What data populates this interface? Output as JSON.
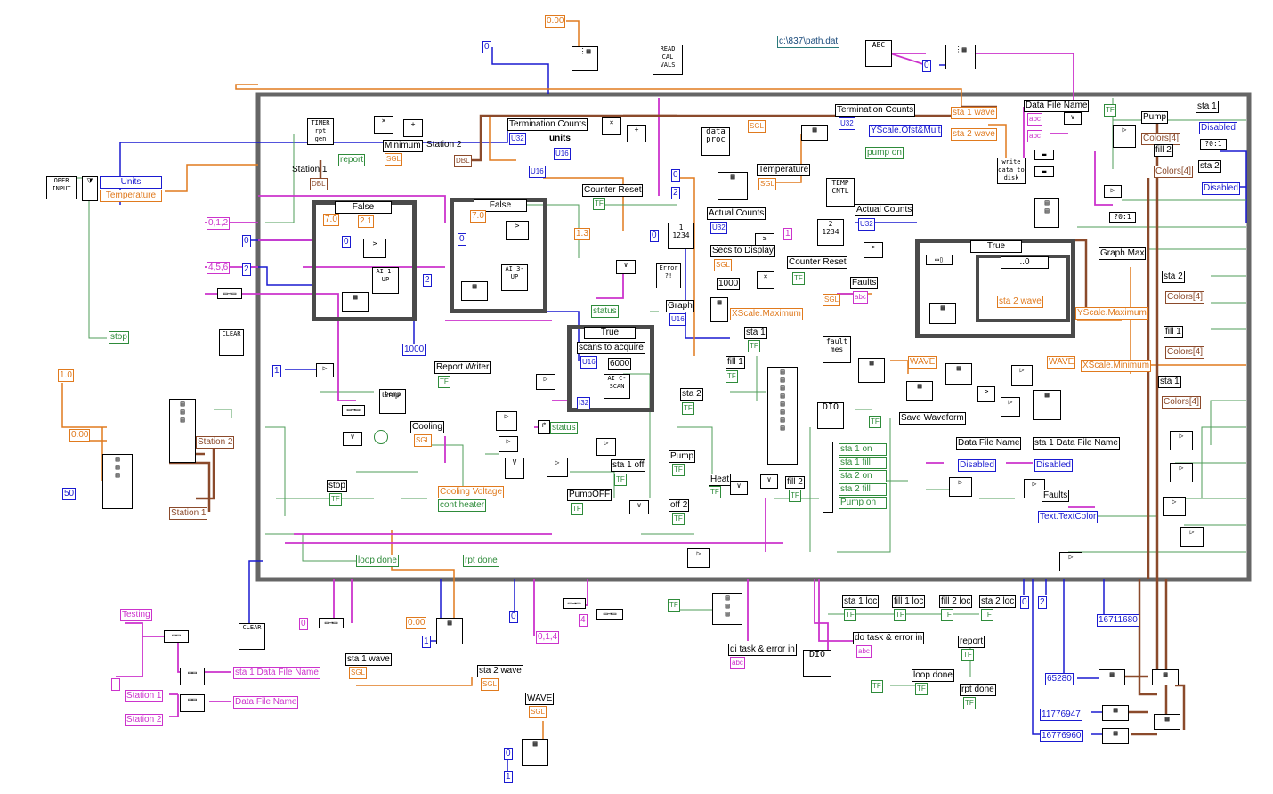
{
  "colors": {
    "orange": "#e07a1e",
    "blue": "#1a1ad0",
    "green": "#2e8b3a",
    "pink": "#cc33cc",
    "brown": "#8b4a2b",
    "gray_frame": "#555555"
  },
  "constants": {
    "c_0_00_top": "0.00",
    "c_0_top": "0",
    "c_1_0": "1.0",
    "c_0_00_left": "0.00",
    "c_50": "50",
    "c_0_1_2": "0,1,2",
    "c_4_5_6": "4,5,6",
    "c_0_a": "0",
    "c_2_a": "2",
    "c_1000_a": "1000",
    "c_7_0_a": "7.0",
    "c_2_1": "2.1",
    "c_0_b": "0",
    "c_7_0_b": "7.0",
    "c_2_b": "2",
    "c_1_3": "1.3",
    "c_6000": "6000",
    "c_1000_b": "1000",
    "c_0_c": "0",
    "c_2_c": "2",
    "c_1_a": "1",
    "c_0_d": "0",
    "c_0_e": "0",
    "c_0_1_4": "0,1,4",
    "c_4": "4",
    "c_0_00_bottom": "0.00",
    "c_1_b": "1",
    "c_0_f": "0",
    "c_1_c": "1",
    "c_0_g": "0",
    "c_2_d": "2",
    "c_16711680": "16711680",
    "c_65280": "65280",
    "c_11776947": "11776947",
    "c_16776960": "16776960",
    "path": "c:\\837\\path.dat",
    "oper_input": "OPER INPUT",
    "read_cal_vals": "READ CAL VALS",
    "timer_rpt_gen": "TIMER rpt gen",
    "temp_cntl": "TEMP CNTL",
    "data_proc": "data proc",
    "write_data": "write data to disk",
    "fault_mes": "fault mes",
    "dio_a": "DIO",
    "dio_b": "DIO"
  },
  "labels": {
    "units": "Units",
    "temperature_top": "Temperature",
    "stop_left": "stop",
    "station2_left": "Station 2",
    "station1_left": "Station 1",
    "termination_counts_a": "Termination Counts",
    "units_b": "units",
    "minimum": "Minimum",
    "station2": "Station 2",
    "station1": "Station 1",
    "report": "report",
    "termination_counts_b": "Termination Counts",
    "yscale_ofst": "YScale.Ofst&Mult",
    "sta1_wave": "sta 1 wave",
    "sta2_wave": "sta 2 wave",
    "pump_on": "pump on",
    "data_file_name_top": "Data File Name",
    "pump": "Pump",
    "colors4_a": "Colors[4]",
    "fill2_a": "fill 2",
    "colors4_b": "Colors[4]",
    "sta1_top": "sta 1",
    "disabled_a": "Disabled",
    "sta2_top": "sta 2",
    "disabled_b": "Disabled",
    "counter_reset_a": "Counter Reset",
    "temperature_mid": "Temperature",
    "actual_counts_a": "Actual Counts",
    "actual_counts_b": "Actual Counts",
    "secs_to_display": "Secs to Display",
    "counter_reset_b": "Counter Reset",
    "faults": "Faults",
    "graph_max": "Graph Max",
    "false_a": "False",
    "false_b": "False",
    "true_a": "True",
    "true_b": "True",
    "zero_case": "..0",
    "status_a": "status",
    "graph": "Graph",
    "xscale_max": "XScale.Maximum",
    "sta2_wave_inner": "sta 2 wave",
    "yscale_max": "YScale.Maximum",
    "sta2_right": "sta 2",
    "colors4_c": "Colors[4]",
    "fill1_right": "fill 1",
    "colors4_d": "Colors[4]",
    "sta1_right": "sta 1",
    "colors4_e": "Colors[4]",
    "scans_to_acquire": "scans to acquire",
    "report_writer": "Report Writer",
    "sta1_mid": "sta 1",
    "fill1_mid": "fill 1",
    "sta2_mid": "sta 2",
    "wave_a": "WAVE",
    "wave_b": "WAVE",
    "xscale_min": "XScale.Minimum",
    "save_waveform": "Save Waveform",
    "temp": "temp",
    "cooling": "Cooling",
    "status_b": "status",
    "stop_mid": "stop",
    "cooling_voltage": "Cooling Voltage",
    "cont_heater": "cont heater",
    "sta1_off": "sta 1 off",
    "pumpoff": "PumpOFF",
    "pump_mid": "Pump",
    "off2": "off 2",
    "heat": "Heat",
    "fill2_mid": "fill 2",
    "sta1_on": "sta 1 on",
    "sta1_fill": "sta 1 fill",
    "sta2_on": "sta 2 on",
    "sta2_fill": "sta 2 fill",
    "pump_on_b": "Pump on",
    "data_file_name_mid": "Data File Name",
    "disabled_c": "Disabled",
    "sta1_data_file_name": "sta 1 Data File Name",
    "disabled_d": "Disabled",
    "faults_b": "Faults",
    "text_textcolor": "Text.TextColor",
    "loop_done_a": "loop done",
    "rpt_done_a": "rpt done",
    "testing": "Testing",
    "sta1_data_file_name_b": "sta 1 Data File Name",
    "station1_b": "Station 1",
    "data_file_name_b": "Data File Name",
    "station2_b": "Station 2",
    "sta1_wave_bottom": "sta 1 wave",
    "sta2_wave_bottom": "sta 2 wave",
    "wave_bottom": "WAVE",
    "sta1_loc": "sta 1 loc",
    "fill1_loc": "fill 1 loc",
    "fill2_loc": "fill 2 loc",
    "sta2_loc": "sta 2 loc",
    "di_task": "di task & error in",
    "do_task": "do task & error in",
    "report_b": "report",
    "loop_done_b": "loop done",
    "rpt_done_b": "rpt done"
  },
  "types": {
    "u32": "U32",
    "u16": "U16",
    "i32": "I32",
    "sgl": "SGL",
    "tf": "TF",
    "abc": "abc",
    "dbl": "DBL"
  }
}
